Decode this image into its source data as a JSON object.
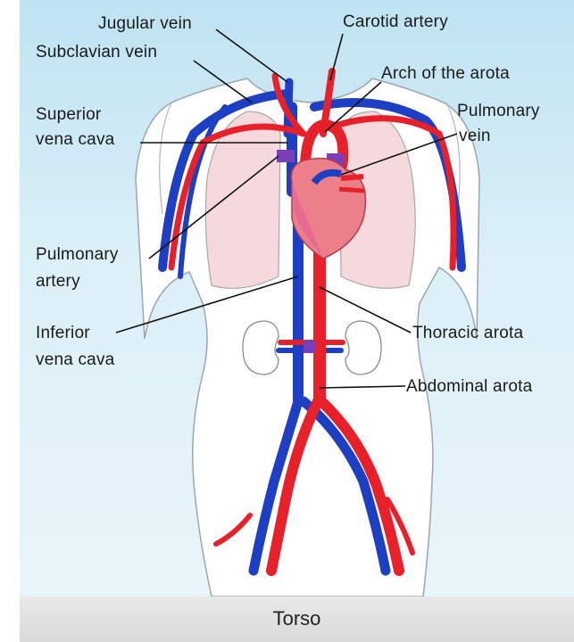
{
  "labels": {
    "jugular_vein": "Jugular vein",
    "subclavian_vein": "Subclavian vein",
    "superior_vena_cava_line1": "Superior",
    "superior_vena_cava_line2": "vena cava",
    "carotid_artery": "Carotid artery",
    "arch_of_aorta": "Arch of the arota",
    "pulmonary_vein_line1": "Pulmonary",
    "pulmonary_vein_line2": "vein",
    "pulmonary_artery_line1": "Pulmonary",
    "pulmonary_artery_line2": "artery",
    "inferior_vena_cava_line1": "Inferior",
    "inferior_vena_cava_line2": "vena cava",
    "thoracic_aorta": "Thoracic arota",
    "abdominal_aorta": "Abdominal arota"
  },
  "caption": "Torso",
  "colors": {
    "background": "#cfe9f4",
    "body": "#ffffff",
    "lung": "#f6d9dd",
    "heart": "#ec7f8a",
    "artery": "#e8202a",
    "vein": "#1d3fc4",
    "caption_bar": "#e0e0e0"
  }
}
